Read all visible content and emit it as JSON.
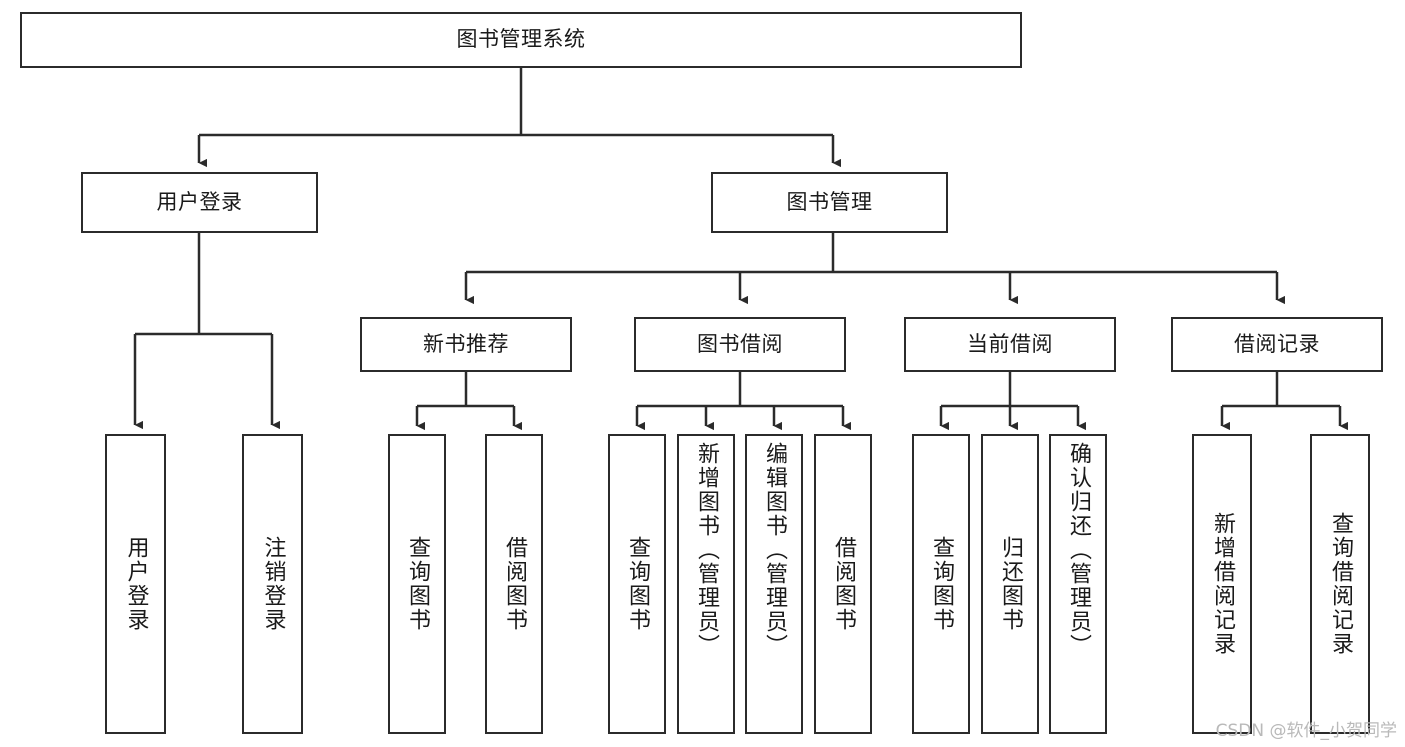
{
  "diagram": {
    "type": "tree",
    "title": "图书管理系统",
    "root": {
      "id": "root",
      "label": "图书管理系统"
    },
    "level2": [
      {
        "id": "user-login",
        "label": "用户登录"
      },
      {
        "id": "book-manage",
        "label": "图书管理"
      }
    ],
    "level3": [
      {
        "id": "new-book-recommend",
        "label": "新书推荐",
        "parent": "book-manage"
      },
      {
        "id": "book-borrow",
        "label": "图书借阅",
        "parent": "book-manage"
      },
      {
        "id": "current-borrow",
        "label": "当前借阅",
        "parent": "book-manage"
      },
      {
        "id": "borrow-record",
        "label": "借阅记录",
        "parent": "book-manage"
      }
    ],
    "leaves": [
      {
        "id": "leaf-user-login",
        "label": "用户登录",
        "parent": "user-login"
      },
      {
        "id": "leaf-logout-login",
        "label": "注销登录",
        "parent": "user-login"
      },
      {
        "id": "leaf-query-book-1",
        "label": "查询图书",
        "parent": "new-book-recommend"
      },
      {
        "id": "leaf-borrow-book-1",
        "label": "借阅图书",
        "parent": "new-book-recommend"
      },
      {
        "id": "leaf-query-book-2",
        "label": "查询图书",
        "parent": "book-borrow"
      },
      {
        "id": "leaf-add-book",
        "label": "新增图书（管理员）",
        "parent": "book-borrow"
      },
      {
        "id": "leaf-edit-book",
        "label": "编辑图书（管理员）",
        "parent": "book-borrow"
      },
      {
        "id": "leaf-borrow-book-2",
        "label": "借阅图书",
        "parent": "book-borrow"
      },
      {
        "id": "leaf-query-book-3",
        "label": "查询图书",
        "parent": "current-borrow"
      },
      {
        "id": "leaf-return-book",
        "label": "归还图书",
        "parent": "current-borrow"
      },
      {
        "id": "leaf-confirm-return",
        "label": "确认归还（管理员）",
        "parent": "current-borrow"
      },
      {
        "id": "leaf-add-record",
        "label": "新增借阅记录",
        "parent": "borrow-record"
      },
      {
        "id": "leaf-query-record",
        "label": "查询借阅记录",
        "parent": "borrow-record"
      }
    ],
    "colors": {
      "stroke": "#2b2b2b",
      "fill": "#ffffff",
      "text": "#1a1a1a",
      "watermark": "#b9b9b9"
    }
  },
  "watermark": {
    "text": "CSDN @软件_小贺同学"
  }
}
